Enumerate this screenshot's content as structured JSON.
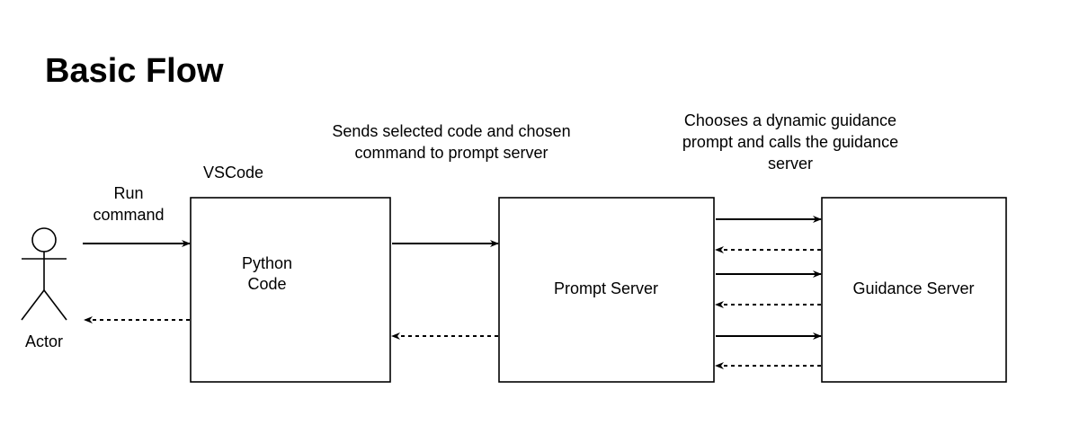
{
  "title": "Basic Flow",
  "actor": {
    "label": "Actor"
  },
  "vscode": {
    "container_label": "VSCode",
    "box_label": [
      "Python",
      "Code"
    ]
  },
  "prompt_server": {
    "label": "Prompt Server"
  },
  "guidance_server": {
    "label": "Guidance Server"
  },
  "edges": {
    "run_command": [
      "Run",
      "command"
    ],
    "sends_code": [
      "Sends selected code and chosen",
      "command to prompt server"
    ],
    "chooses_prompt": [
      "Chooses a dynamic guidance",
      "prompt and calls the guidance",
      "server"
    ]
  }
}
